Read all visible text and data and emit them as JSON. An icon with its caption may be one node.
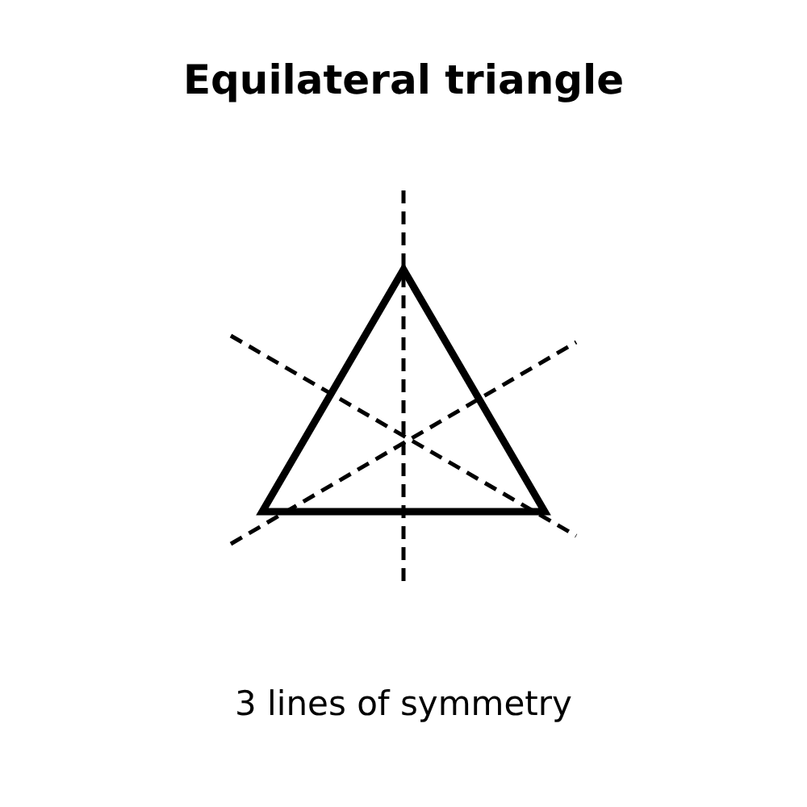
{
  "diagram": {
    "title": "Equilateral triangle",
    "caption": "3 lines of symmetry",
    "nodes": [
      {
        "text": [],
        "shape": "triangle"
      }
    ]
  }
}
